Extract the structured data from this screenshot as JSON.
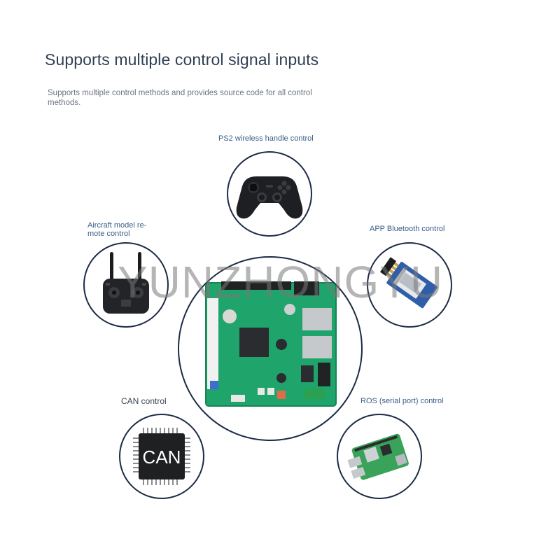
{
  "heading": {
    "title": "Supports multiple control signal inputs",
    "subtitle": "Supports multiple control methods and provides source code for all control methods."
  },
  "inputs": {
    "ps2": {
      "label": "PS2 wireless handle control",
      "icon": "gamepad-icon"
    },
    "aircraft": {
      "label_line1": "Aircraft model re-",
      "label_line2": "mote control",
      "icon": "rc-transmitter-icon"
    },
    "bluetooth": {
      "label": "APP Bluetooth control",
      "icon": "bluetooth-module-icon"
    },
    "can": {
      "label": "CAN control",
      "chip_text": "CAN",
      "icon": "can-chip-icon"
    },
    "ros": {
      "label": "ROS (serial port) control",
      "icon": "raspberry-pi-icon"
    }
  },
  "center": {
    "icon": "controller-board-icon"
  },
  "watermark": "YUNZHONGYU",
  "colors": {
    "ring": "#1c2b45",
    "label": "#3a5d86",
    "pcb": "#1fa56b"
  }
}
